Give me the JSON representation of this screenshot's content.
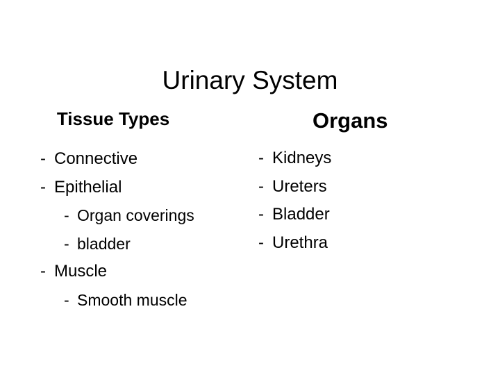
{
  "slide": {
    "title": "Urinary System",
    "background_color": "#ffffff",
    "text_color": "#000000",
    "columns": [
      {
        "heading": "Tissue Types",
        "items": [
          {
            "marker": "-",
            "text": "Connective",
            "level": 1
          },
          {
            "marker": "-",
            "text": "Epithelial",
            "level": 1
          },
          {
            "marker": "-",
            "text": "Organ coverings",
            "level": 2
          },
          {
            "marker": "-",
            "text": "bladder",
            "level": 2
          },
          {
            "marker": "-",
            "text": "Muscle",
            "level": 1
          },
          {
            "marker": "-",
            "text": "Smooth muscle",
            "level": 2
          }
        ]
      },
      {
        "heading": "Organs",
        "items": [
          {
            "marker": "-",
            "text": "Kidneys",
            "level": 1
          },
          {
            "marker": "-",
            "text": "Ureters",
            "level": 1
          },
          {
            "marker": "-",
            "text": "Bladder",
            "level": 1
          },
          {
            "marker": "-",
            "text": "Urethra",
            "level": 1
          }
        ]
      }
    ]
  }
}
